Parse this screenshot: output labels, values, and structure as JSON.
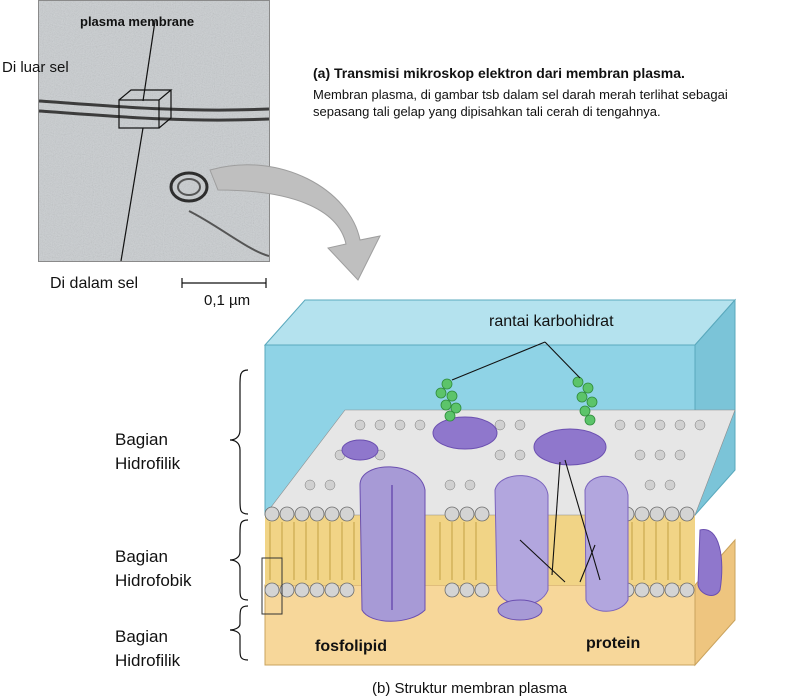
{
  "micrograph": {
    "label_membrane": "plasma membrane",
    "label_outside": "Di luar sel",
    "label_inside": "Di dalam sel",
    "scale_bar": "0,1 µm"
  },
  "caption_a": {
    "title": "(a) Transmisi mikroskop elektron dari membran plasma.",
    "body": "Membran plasma, di gambar tsb dalam sel darah merah terlihat sebagai sepasang tali gelap yang dipisahkan tali cerah di tengahnya."
  },
  "diagram": {
    "label_carbohydrate": "rantai karbohidrat",
    "label_phospholipid": "fosfolipid",
    "label_protein": "protein",
    "region_top": [
      "Bagian",
      "Hidrofilik"
    ],
    "region_middle": [
      "Bagian",
      "Hidrofobik"
    ],
    "region_bottom": [
      "Bagian",
      "Hidrofilik"
    ]
  },
  "caption_b": "(b) Struktur membran plasma",
  "colors": {
    "water_top": "#8fd3e6",
    "cytoplasm": "#f7d79a",
    "protein": "#a79ad6",
    "protein_dark": "#6b4fb0",
    "carbohydrate": "#5cc46a",
    "lipid_head": "#d4d4d4"
  }
}
